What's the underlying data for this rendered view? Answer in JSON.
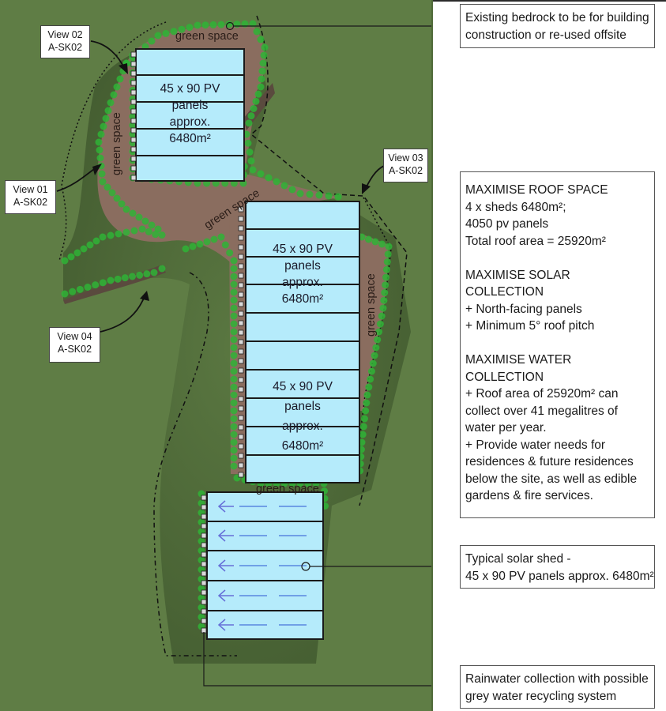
{
  "colors": {
    "grass": "#5f7d45",
    "dark_grass": "#4a6535",
    "soil": "#8a6d5f",
    "panel": "#b5ebfb",
    "tree": "#2fb336",
    "arrow_blue": "#6670d8",
    "line_blue": "#5a87e0"
  },
  "view_tags": [
    {
      "view": "View 02",
      "ref": "A-SK02"
    },
    {
      "view": "View 01",
      "ref": "A-SK02"
    },
    {
      "view": "View 03",
      "ref": "A-SK02"
    },
    {
      "view": "View 04",
      "ref": "A-SK02"
    }
  ],
  "sheds": [
    {
      "lines": [
        "45 x 90 PV",
        "panels",
        "approx.",
        "6480m²"
      ]
    },
    {
      "lines": [
        "45 x 90 PV",
        "panels",
        "approx.",
        "6480m²"
      ]
    },
    {
      "lines": [
        "45 x 90 PV",
        "panels",
        "approx.",
        "6480m²"
      ]
    }
  ],
  "green_space_label": "green space",
  "notes": {
    "bedrock": [
      "Existing bedrock to be for building",
      "construction or re-used offsite"
    ],
    "summary": {
      "roof_space": {
        "heading": "MAXIMISE ROOF SPACE",
        "lines": [
          "4 x sheds 6480m²;",
          "4050 pv panels",
          "Total roof area = 25920m²"
        ]
      },
      "solar": {
        "heading": [
          "MAXIMISE SOLAR",
          "COLLECTION"
        ],
        "lines": [
          "+ North-facing panels",
          "+ Minimum 5° roof pitch"
        ]
      },
      "water": {
        "heading": [
          "MAXIMISE WATER",
          "COLLECTION"
        ],
        "lines": [
          "+ Roof area of 25920m² can",
          "collect over 41 megalitres of",
          "water per year.",
          "+ Provide water needs for",
          "residences & future residences",
          "below the site, as well as edible",
          "gardens & fire services."
        ]
      }
    },
    "typical_shed": [
      "Typical solar shed -",
      "45 x 90 PV panels approx. 6480m²"
    ],
    "rainwater": [
      "Rainwater collection with possible",
      "grey water recycling system"
    ]
  }
}
